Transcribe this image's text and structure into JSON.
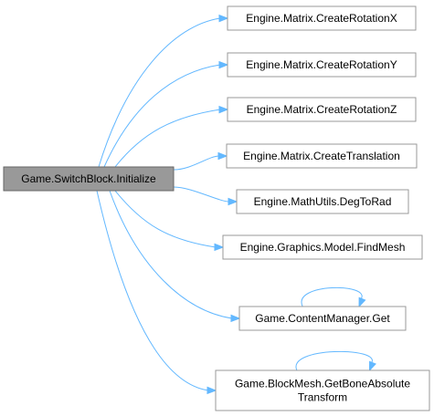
{
  "graph": {
    "source": {
      "id": "src",
      "label": "Game.SwitchBlock.Initialize"
    },
    "callees": [
      {
        "id": "n1",
        "lines": [
          "Engine.Matrix.CreateRotationX"
        ]
      },
      {
        "id": "n2",
        "lines": [
          "Engine.Matrix.CreateRotationY"
        ]
      },
      {
        "id": "n3",
        "lines": [
          "Engine.Matrix.CreateRotationZ"
        ]
      },
      {
        "id": "n4",
        "lines": [
          "Engine.Matrix.CreateTranslation"
        ]
      },
      {
        "id": "n5",
        "lines": [
          "Engine.MathUtils.DegToRad"
        ]
      },
      {
        "id": "n6",
        "lines": [
          "Engine.Graphics.Model.FindMesh"
        ]
      },
      {
        "id": "n7",
        "lines": [
          "Game.ContentManager.Get"
        ],
        "self_call": true
      },
      {
        "id": "n8",
        "lines": [
          "Game.BlockMesh.GetBoneAbsolute",
          "Transform"
        ],
        "self_call": true
      }
    ],
    "colors": {
      "edge": "#63b8ff",
      "node_border": "#999999",
      "focus_fill": "#999999"
    }
  }
}
